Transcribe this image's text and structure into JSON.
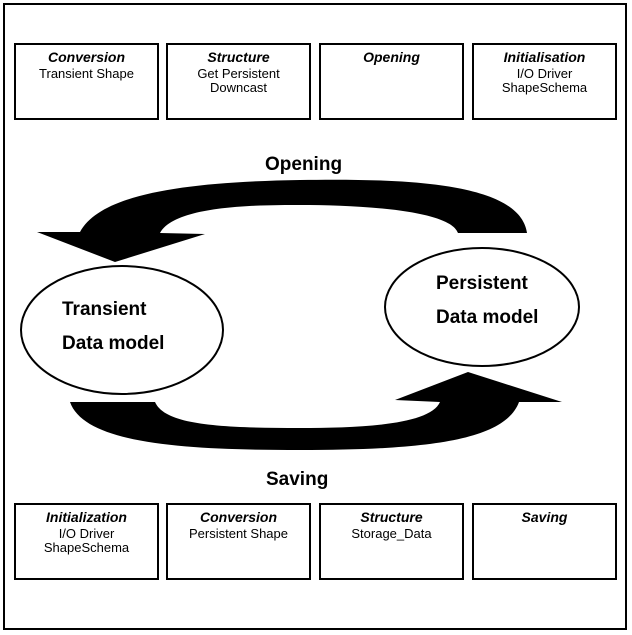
{
  "top_row": [
    {
      "title": "Conversion",
      "lines": "Transient Shape"
    },
    {
      "title": "Structure",
      "lines": "Get Persistent\nDowncast"
    },
    {
      "title": "Opening",
      "lines": ""
    },
    {
      "title": "Initialisation",
      "lines": "I/O Driver\nShapeSchema"
    }
  ],
  "bottom_row": [
    {
      "title": "Initialization",
      "lines": "I/O Driver\nShapeSchema"
    },
    {
      "title": "Conversion",
      "lines": "Persistent Shape"
    },
    {
      "title": "Structure",
      "lines": "Storage_Data"
    },
    {
      "title": "Saving",
      "lines": ""
    }
  ],
  "cycle": {
    "top_label": "Opening",
    "bottom_label": "Saving",
    "transient_line1": "Transient",
    "transient_line2": "Data model",
    "persistent_line1": "Persistent",
    "persistent_line2": "Data model"
  },
  "colors": {
    "stroke": "#000000",
    "fill": "#ffffff"
  }
}
